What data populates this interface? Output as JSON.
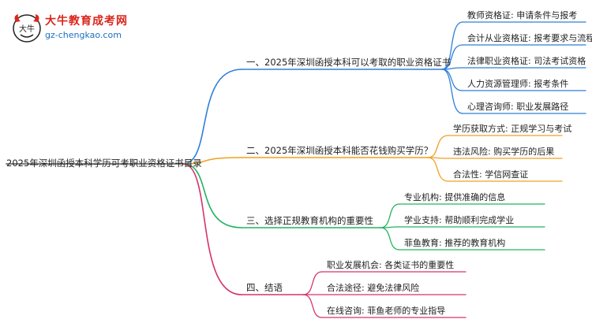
{
  "logo": {
    "title": "大牛教育成考网",
    "url": "gz-chengkao.com",
    "mark_text": "大牛"
  },
  "root": {
    "label": "2025年深圳函授本科学历可考职业资格证书目录"
  },
  "branches": [
    {
      "label": "一、2025年深圳函授本科可以考取的职业资格证书",
      "color": "#2f7fd8",
      "leaves": [
        {
          "label": "教师资格证: 申请条件与报考"
        },
        {
          "label": "会计从业资格证: 报考要求与流程"
        },
        {
          "label": "法律职业资格证: 司法考试资格"
        },
        {
          "label": "人力资源管理师: 报考条件"
        },
        {
          "label": "心理咨询师: 职业发展路径"
        }
      ]
    },
    {
      "label": "二、2025年深圳函授本科能否花钱购买学历？",
      "color": "#f0a020",
      "leaves": [
        {
          "label": "学历获取方式: 正规学习与考试"
        },
        {
          "label": "违法风险: 购买学历的后果"
        },
        {
          "label": "合法性: 学信网查证"
        }
      ]
    },
    {
      "label": "三、选择正规教育机构的重要性",
      "color": "#21b35f",
      "leaves": [
        {
          "label": "专业机构: 提供准确的信息"
        },
        {
          "label": "学业支持: 帮助顺利完成学业"
        },
        {
          "label": "菲鱼教育: 推荐的教育机构"
        }
      ]
    },
    {
      "label": "四、结语",
      "color": "#d6336c",
      "leaves": [
        {
          "label": "职业发展机会: 各类证书的重要性"
        },
        {
          "label": "合法途径: 避免法律风险"
        },
        {
          "label": "在线咨询: 菲鱼老师的专业指导"
        }
      ]
    }
  ]
}
